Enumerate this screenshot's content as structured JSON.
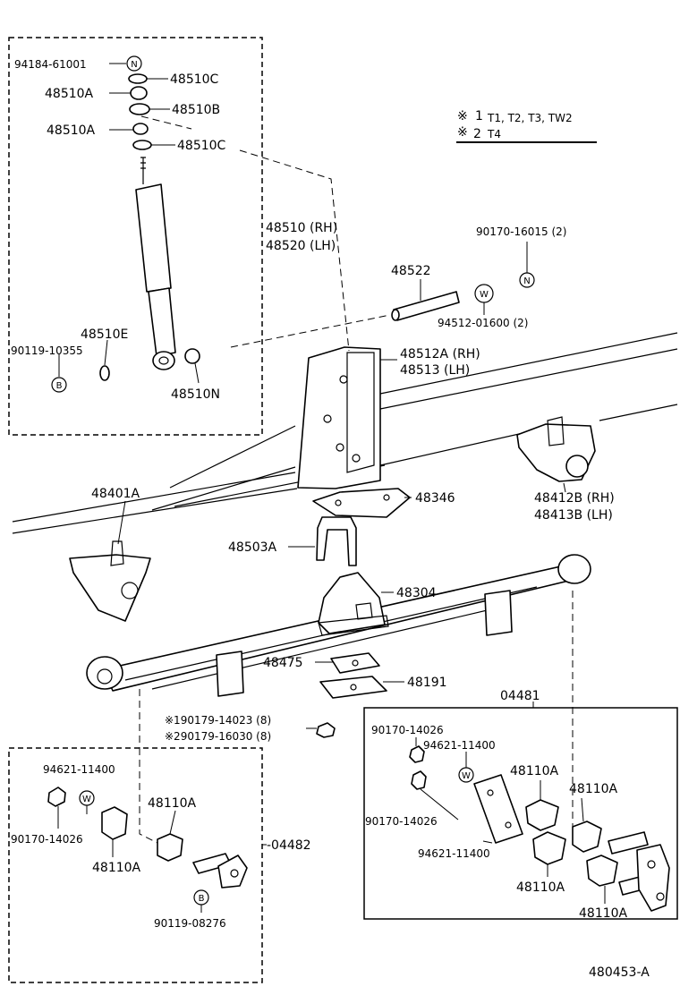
{
  "legend": {
    "line1_mark": "※",
    "line1_num": "1",
    "line1_text": "T1, T2, T3, TW2",
    "line2_mark": "※",
    "line2_num": "2",
    "line2_text": "T4"
  },
  "symbols": {
    "nut": "N",
    "washer": "W",
    "bolt": "B"
  },
  "labels": {
    "p94184_61001": "94184-61001",
    "p48510C_top": "48510C",
    "p48510A_1": "48510A",
    "p48510B": "48510B",
    "p48510A_2": "48510A",
    "p48510C_2": "48510C",
    "p48510_rh": "48510 (RH)",
    "p48520_lh": "48520 (LH)",
    "p90170_16015": "90170-16015 (2)",
    "p48522": "48522",
    "p94512_01600": "94512-01600 (2)",
    "p48510E": "48510E",
    "p90119_10355": "90119-10355",
    "p48512A_rh": "48512A (RH)",
    "p48513_lh": "48513    (LH)",
    "p48510N": "48510N",
    "p48401A": "48401A",
    "p48346": "48346",
    "p48412B_rh": "48412B (RH)",
    "p48413B_lh": "48413B (LH)",
    "p48503A": "48503A",
    "p48304": "48304",
    "p48475": "48475",
    "p48191": "48191",
    "p04481": "04481",
    "p90179_14023": "※190179-14023 (8)",
    "p90179_16030": "※290179-16030 (8)",
    "p90170_14026_r1": "90170-14026",
    "p94621_11400_r1": "94621-11400",
    "p48110A_r1": "48110A",
    "p48110A_r2": "48110A",
    "p90170_14026_r2": "90170-14026",
    "p94621_11400_r2": "94621-11400",
    "p48110A_r3": "48110A",
    "p48110A_r4": "48110A",
    "p94621_11400_l": "94621-11400",
    "p48110A_l1": "48110A",
    "p90170_14026_l": "90170-14026",
    "p48110A_l2": "48110A",
    "p04482": "-04482",
    "p90119_08276": "90119-08276",
    "diagram_id": "480453-A"
  }
}
